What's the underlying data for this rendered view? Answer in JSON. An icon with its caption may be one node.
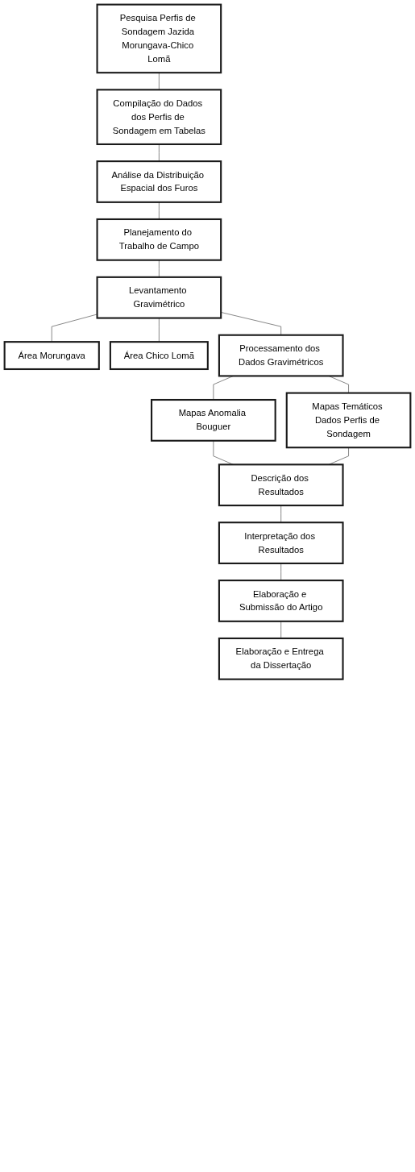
{
  "diagram": {
    "nodes": [
      {
        "text": [
          "Pesquisa Perfis de Sondagem Jazida Morungava-Chico Lomã"
        ]
      },
      {
        "text": [
          "Compilação do Dados dos Perfis de Sondagem em Tabelas"
        ]
      },
      {
        "text": [
          "Análise da Distribuição Espacial dos Furos"
        ]
      },
      {
        "text": [
          "Planejamento do Trabalho de Campo"
        ]
      },
      {
        "text": [
          "Levantamento Gravimétrico"
        ]
      },
      {
        "text": [
          "Área Morungava"
        ]
      },
      {
        "text": [
          "Área Chico Lomã"
        ]
      },
      {
        "text": [
          "Processamento dos Dados Gravimétricos"
        ]
      },
      {
        "text": [
          "Mapas Anomalia Bouguer"
        ]
      },
      {
        "text": [
          "Mapas Temáticos Dados Perfis de Sondagem"
        ]
      },
      {
        "text": [
          "Descrição dos Resultados"
        ]
      },
      {
        "text": [
          "Interpretação dos Resultados"
        ]
      },
      {
        "text": [
          "Elaboração e Submissão do Artigo"
        ]
      },
      {
        "text": [
          "Elaboração e Entrega da Dissertação"
        ]
      }
    ],
    "edges": [
      {
        "from": 0,
        "to": 1,
        "arrow": "none"
      },
      {
        "from": 1,
        "to": 2,
        "arrow": "none"
      },
      {
        "from": 2,
        "to": 3,
        "arrow": "none"
      },
      {
        "from": 3,
        "to": 4,
        "arrow": "none"
      },
      {
        "from": 4,
        "to": 5,
        "arrow": "none"
      },
      {
        "from": 4,
        "to": 7,
        "arrow": "none"
      },
      {
        "from": 4,
        "to": 6,
        "arrow": "none"
      },
      {
        "from": 7,
        "to": 8,
        "arrow": "none"
      },
      {
        "from": 7,
        "to": 9,
        "arrow": "none"
      },
      {
        "from": 8,
        "to": 10,
        "arrow": "none"
      },
      {
        "from": 9,
        "to": 10,
        "arrow": "none"
      },
      {
        "from": 10,
        "to": 11,
        "arrow": "none"
      },
      {
        "from": 11,
        "to": 12,
        "arrow": "none"
      },
      {
        "from": 12,
        "to": 13,
        "arrow": "none"
      }
    ]
  }
}
